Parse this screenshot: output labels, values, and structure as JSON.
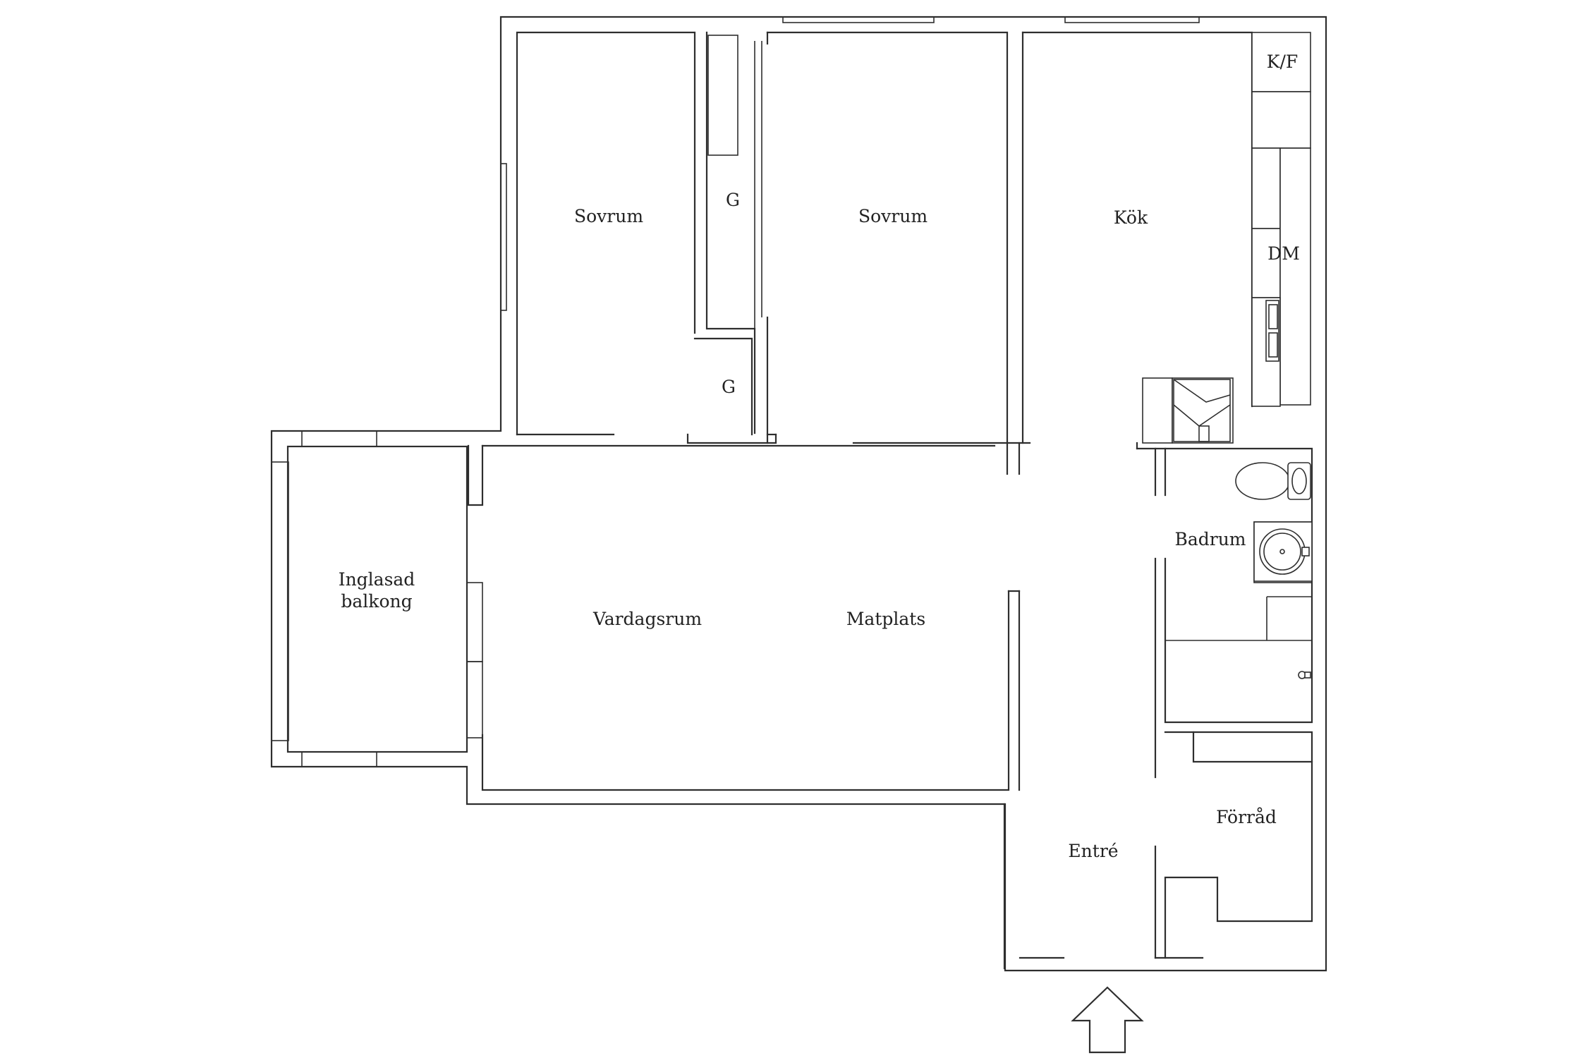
{
  "rooms": {
    "sovrum_left": "Sovrum",
    "garderob_top": "G",
    "garderob_bottom": "G",
    "sovrum_right": "Sovrum",
    "kok": "Kök",
    "kyl_frys": "K/F",
    "diskmaskin": "DM",
    "balkong_line1": "Inglasad",
    "balkong_line2": "balkong",
    "vardagsrum": "Vardagsrum",
    "matplats": "Matplats",
    "badrum": "Badrum",
    "forrad": "Förråd",
    "entre": "Entré"
  },
  "icons": {
    "entrance": "entrance-arrow-icon",
    "toilet": "toilet-icon",
    "sink": "washbasin-icon",
    "kitchen_sink": "kitchen-sink-icon",
    "stove": "stove-hood-icon"
  }
}
